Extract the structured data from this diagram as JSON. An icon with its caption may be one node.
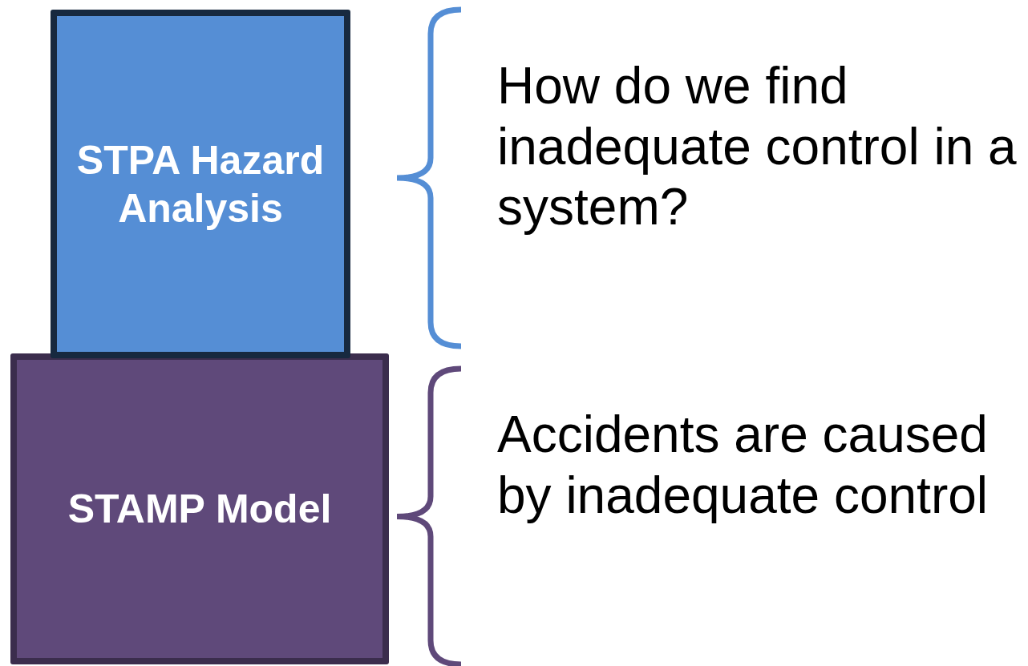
{
  "diagram": {
    "nodes": [
      {
        "text": [
          "STPA Hazard Analysis"
        ],
        "beside": [
          "How do we find inadequate control in a system?"
        ]
      },
      {
        "text": [
          "STAMP Model"
        ],
        "beside": [
          "Accidents are caused by inadequate control"
        ]
      }
    ]
  }
}
